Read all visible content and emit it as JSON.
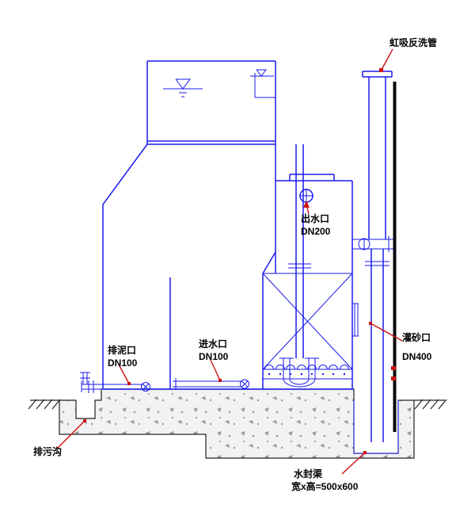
{
  "labels": {
    "siphon_backwash_pipe": "虹吸反洗管",
    "outlet_name": "出水口",
    "outlet_size": "DN200",
    "mud_port_name": "排泥口",
    "mud_port_size": "DN100",
    "inlet_name": "进水口",
    "inlet_size": "DN100",
    "sand_port_name": "灌砂口",
    "sand_port_size": "DN400",
    "sewage_ditch": "排污沟",
    "water_seal_name": "水封渠",
    "water_seal_size": "宽x高=500x600"
  },
  "colors": {
    "drawing_line": "#1a1aee",
    "leader_line": "#cc1111",
    "dark_line": "#0a0a0a",
    "concrete_speckle": "#9b9b9b"
  }
}
